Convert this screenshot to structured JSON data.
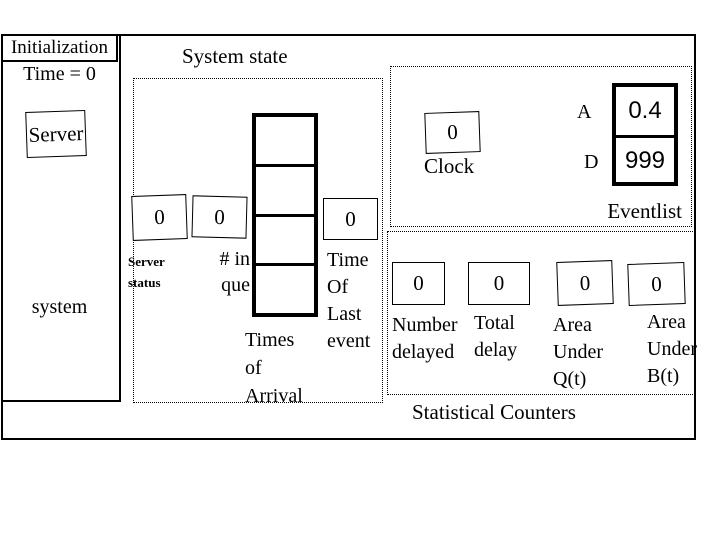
{
  "colors": {
    "ink": "#000000",
    "background": "#ffffff"
  },
  "init_panel": {
    "title": "Initialization",
    "time_label": "Time = 0",
    "server_label": "Server",
    "system_label": "system"
  },
  "system_state": {
    "title": "System state",
    "server_status": {
      "value": "0",
      "label_lines": [
        "Server",
        "status"
      ]
    },
    "num_in_queue": {
      "value": "0",
      "label_lines": [
        "# in",
        "que"
      ]
    },
    "queue_cells": 4,
    "times_of_arrival": {
      "label_lines": [
        "Times",
        "of",
        "Arrival"
      ]
    },
    "time_of_last_event": {
      "value": "0",
      "label_lines": [
        "Time",
        "Of",
        "Last",
        "event"
      ]
    }
  },
  "clock_panel": {
    "clock_value": "0",
    "clock_label": "Clock",
    "eventlist_label": "Eventlist",
    "events": [
      {
        "key": "A",
        "value": "0.4"
      },
      {
        "key": "D",
        "value": "999"
      }
    ]
  },
  "stat_panel": {
    "title": "Statistical Counters",
    "counters": [
      {
        "value": "0",
        "label_lines": [
          "Number",
          "delayed",
          ""
        ]
      },
      {
        "value": "0",
        "label_lines": [
          "Total",
          "delay",
          ""
        ]
      },
      {
        "value": "0",
        "label_lines": [
          "Area",
          "Under",
          "Q(t)"
        ]
      },
      {
        "value": "0",
        "label_lines": [
          "Area",
          "Under",
          "B(t)"
        ]
      }
    ]
  }
}
